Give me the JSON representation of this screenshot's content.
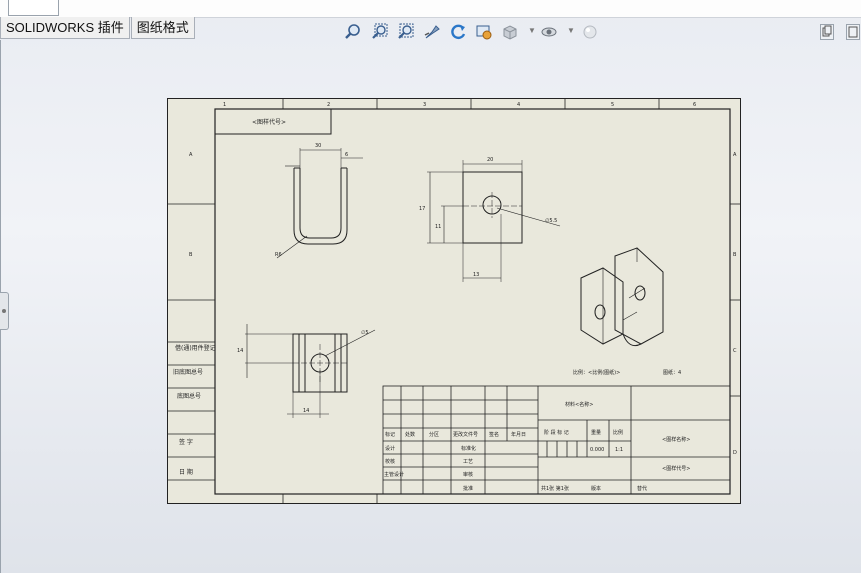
{
  "tabs": [
    {
      "label": "SOLIDWORKS 插件"
    },
    {
      "label": "图纸格式"
    }
  ],
  "view_toolbar": {
    "icons": [
      "zoom-to-fit-icon",
      "zoom-to-area-icon",
      "zoom-in-out-icon",
      "pan-icon",
      "rotate-icon",
      "redraw-icon",
      "display-style-icon",
      "hide-show-icon",
      "appearance-icon"
    ]
  },
  "window_controls": [
    "restore-icon",
    "close-icon"
  ],
  "drawing": {
    "sheet_bg": "#e9e8dc",
    "title_label": "<图样代号>",
    "left_block_labels": [
      "借(通)用件登记",
      "旧底图总号",
      "底图总号",
      "签  字",
      "日  期"
    ],
    "title_block": {
      "material": "材料<名称>",
      "drawing_name": "<图样名称>",
      "drawing_code": "<图样代号>",
      "row_headers": [
        "标记",
        "处数",
        "分区",
        "更改文件号",
        "签名",
        "年月日"
      ],
      "roles": [
        "设计",
        "校核",
        "主管设计"
      ],
      "roles2": [
        "标准化",
        "工艺",
        "审核",
        "批准"
      ],
      "stage_headers": [
        "阶 段 标 记",
        "重量",
        "比例"
      ],
      "weight": "0.000",
      "scale": "1:1",
      "sheets": "共1张  第1张",
      "version": "版本",
      "replace": "替代"
    },
    "scale_note": "比例：<比例(图纸)>",
    "sheet_note": "图纸：4",
    "zone_numbers_top": [
      "1",
      "2",
      "3",
      "4",
      "5",
      "6"
    ],
    "zone_letters": [
      "A",
      "B",
      "C",
      "D"
    ],
    "dims": {
      "top_width": "30",
      "top_inner": "6",
      "radius": "R6",
      "front_width": "20",
      "front_height": "17",
      "front_hole_h": "11",
      "hole_dia": "∅5.5",
      "front_bottom": "13",
      "side_height": "14",
      "side_width": "14",
      "side_dia": "∅5"
    }
  }
}
